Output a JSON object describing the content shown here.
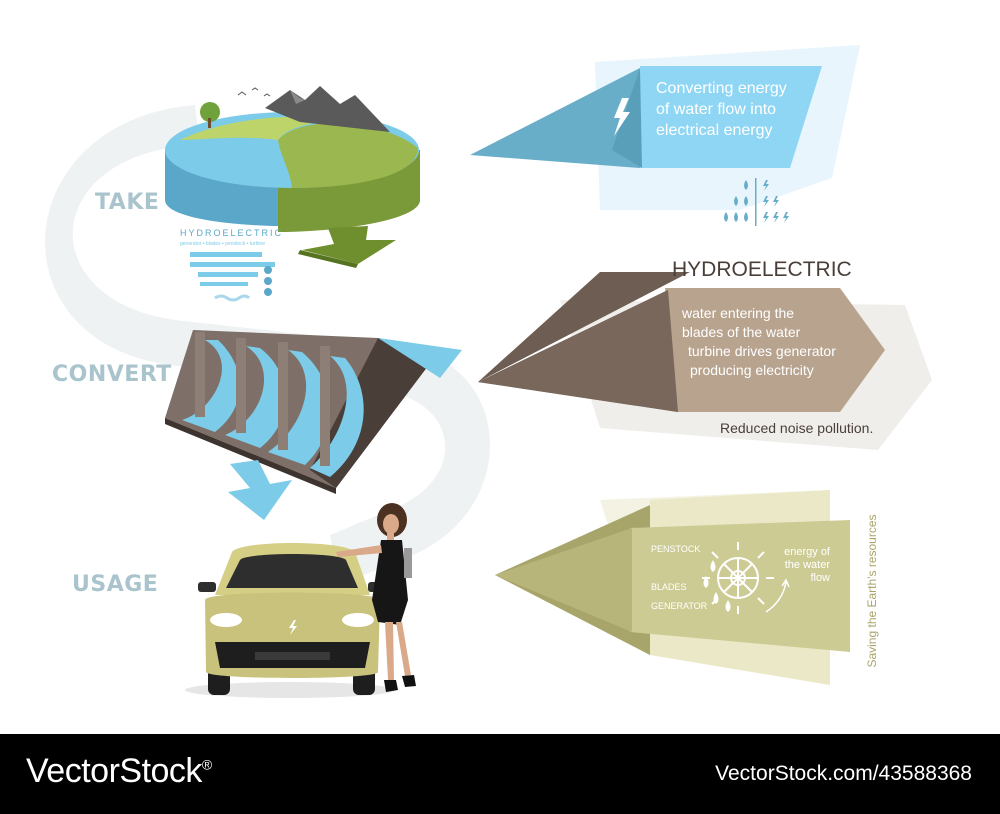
{
  "steps": {
    "take": "TAKE",
    "convert": "CONVERT",
    "usage": "USAGE"
  },
  "panel_top": {
    "line1": "Converting energy",
    "line2": "of water flow into",
    "line3": "electrical energy",
    "icon": "lightning-icon"
  },
  "panel_mid": {
    "title": "HYDROELECTRIC",
    "line1": "water entering the",
    "line2": "blades of the water",
    "line3": "turbine drives generator",
    "line4": "producing electricity",
    "note": "Reduced noise pollution."
  },
  "panel_bottom": {
    "penstock": "PENSTOCK",
    "blades": "BLADES",
    "generator": "GENERATOR",
    "flow1": "energy of",
    "flow2": "the water",
    "flow3": "flow",
    "vertical": "Saving the Earth's resources"
  },
  "reservoir": {
    "title": "HYDROELECTRIC",
    "sub": "generator • blades • penstock • turbine"
  },
  "footer": {
    "brand": "VectorStock",
    "registered": "®",
    "stock_id": "VectorStock.com/43588368"
  },
  "colors": {
    "water": "#7ccbe9",
    "brown": "#6e5d52",
    "tan": "#b8a38e",
    "olive": "#c5c48a",
    "grass": "#88ad3f",
    "label": "#a9c4cc"
  }
}
